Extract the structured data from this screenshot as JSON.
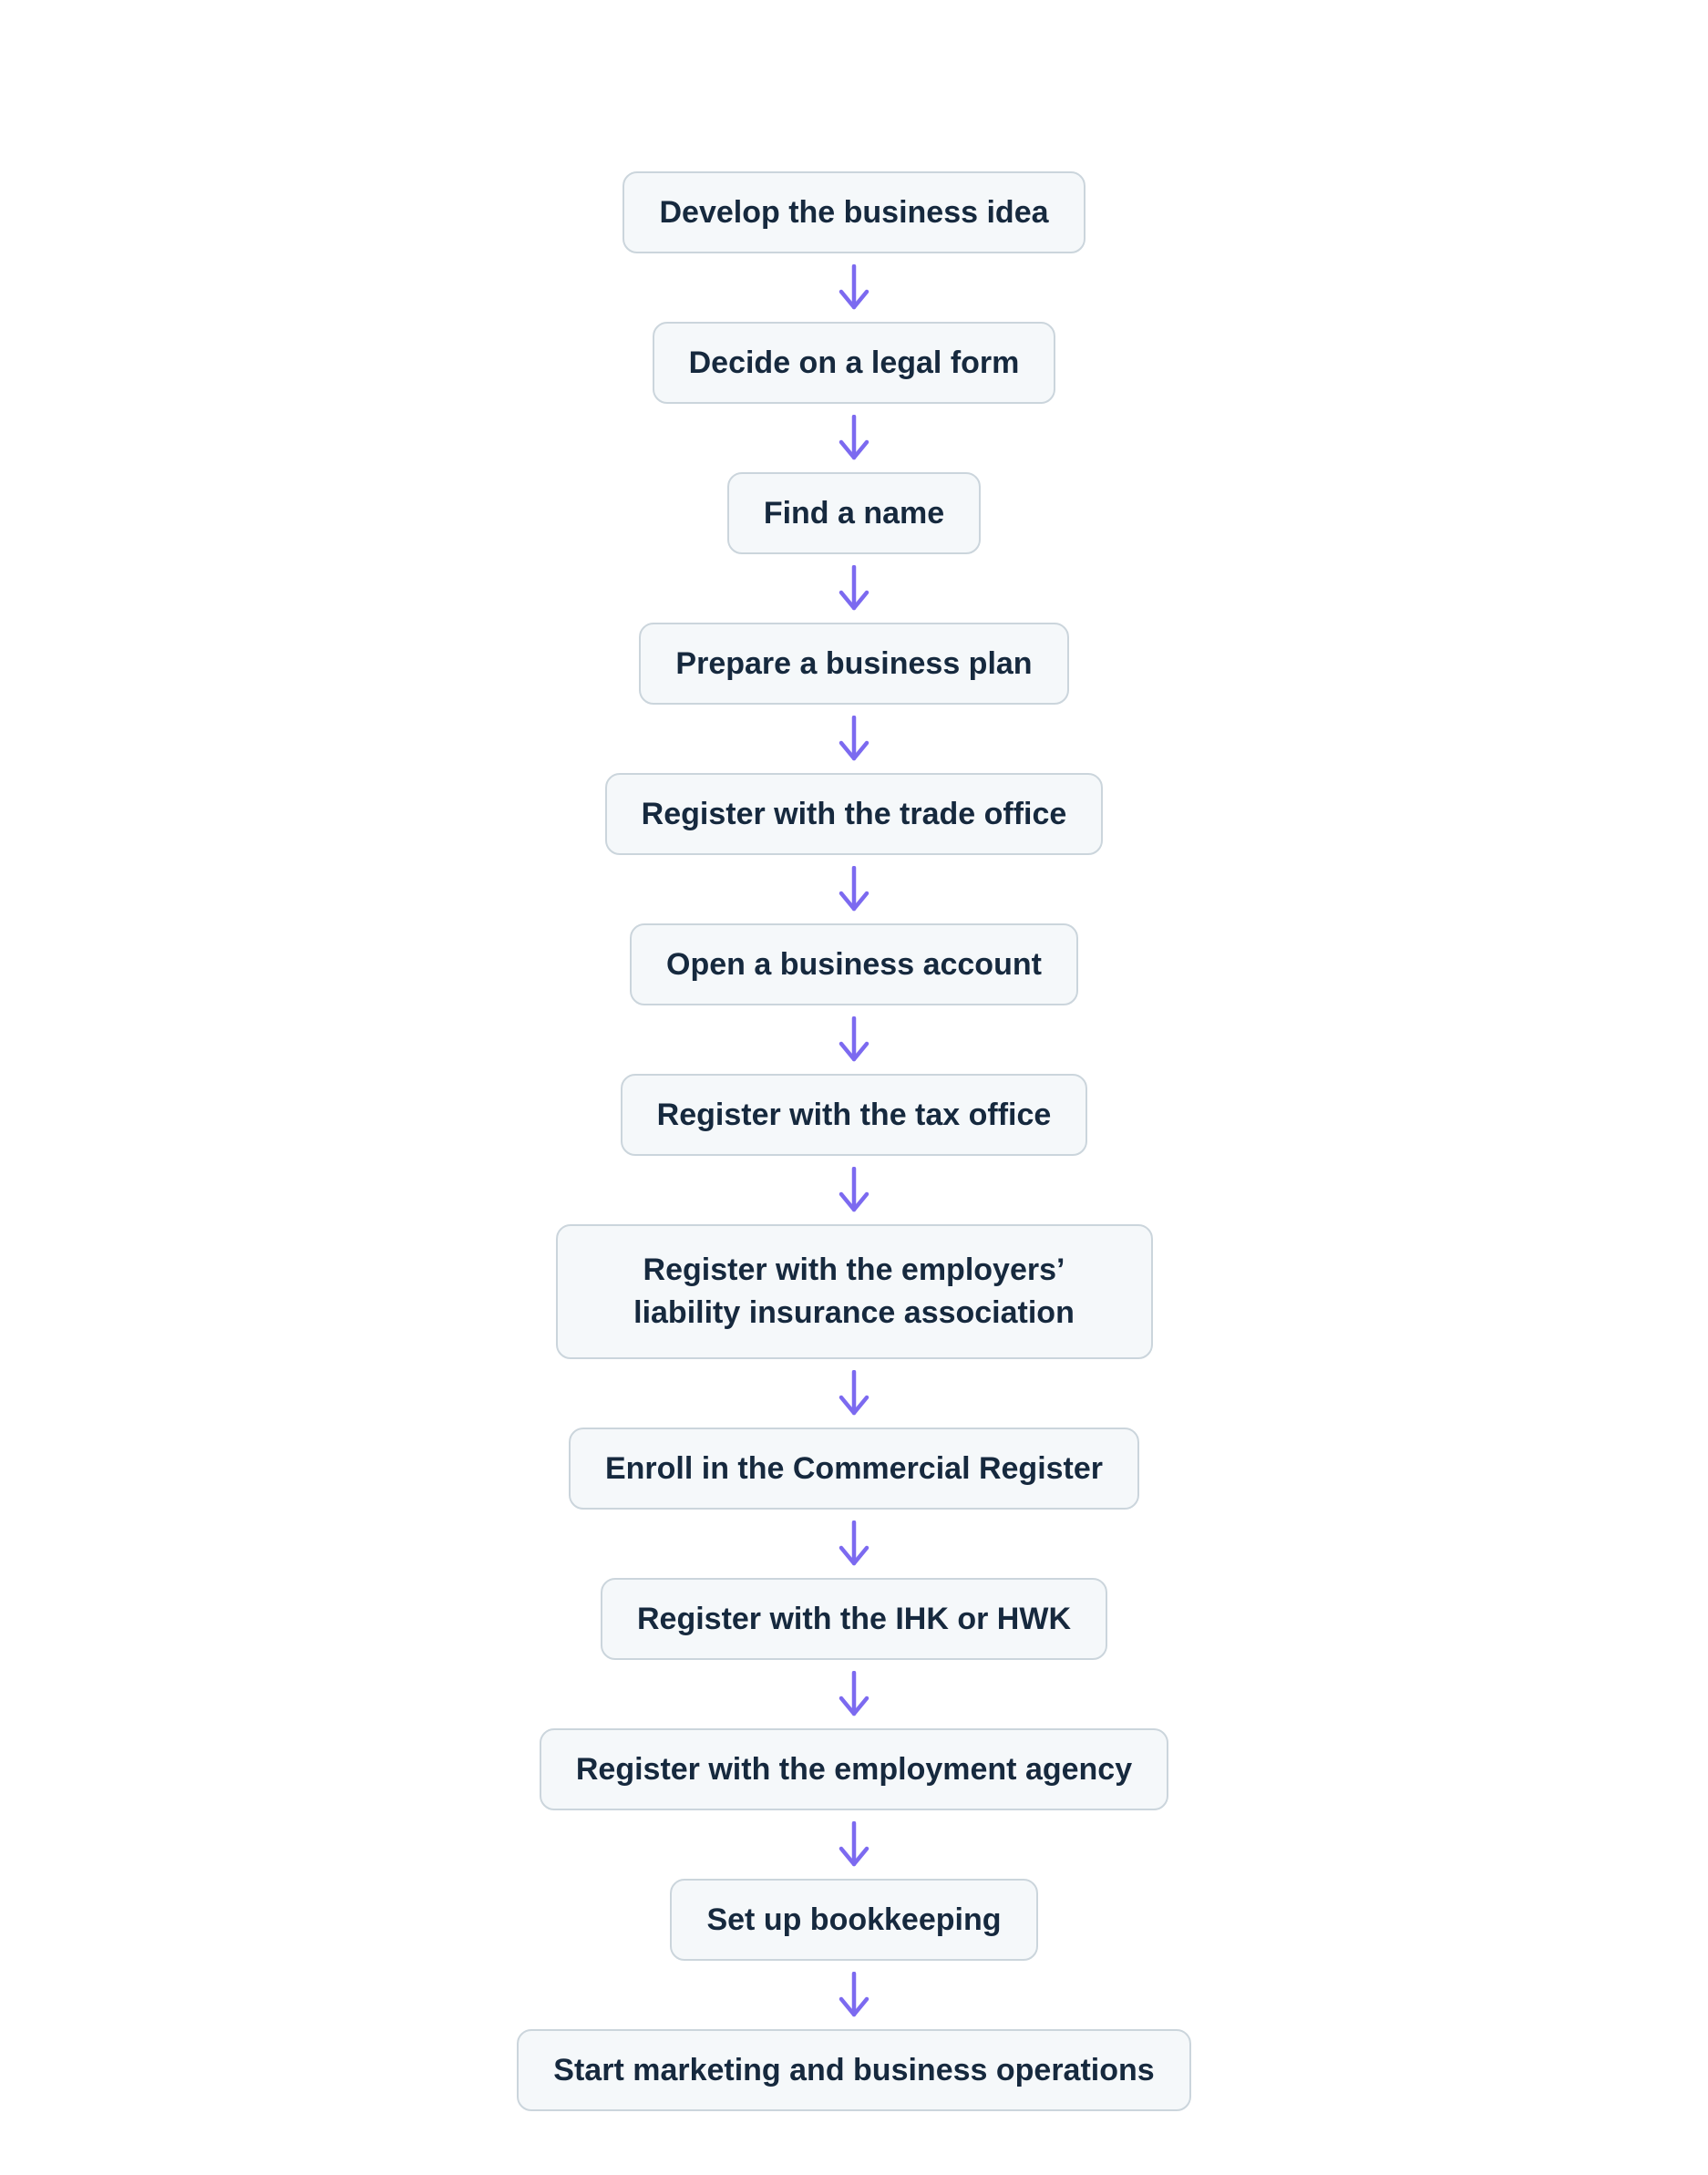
{
  "flowchart": {
    "type": "vertical-flow",
    "steps": [
      {
        "label": "Develop the business idea"
      },
      {
        "label": "Decide on a legal form"
      },
      {
        "label": "Find a name"
      },
      {
        "label": "Prepare a business plan"
      },
      {
        "label": "Register with the trade office"
      },
      {
        "label": "Open a business account"
      },
      {
        "label": "Register with the tax office"
      },
      {
        "label": "Register with the employers’ liability insurance association"
      },
      {
        "label": "Enroll in the Commercial Register"
      },
      {
        "label": "Register with the IHK or HWK"
      },
      {
        "label": "Register with the employment agency"
      },
      {
        "label": "Set up bookkeeping"
      },
      {
        "label": "Start marketing and business operations"
      }
    ],
    "connector_icon": "down-arrow-icon",
    "colors": {
      "background": "#ffffff",
      "node_fill": "#f5f8fa",
      "node_border": "#cbd5dc",
      "node_text": "#16293e",
      "arrow": "#7c6af0"
    }
  }
}
